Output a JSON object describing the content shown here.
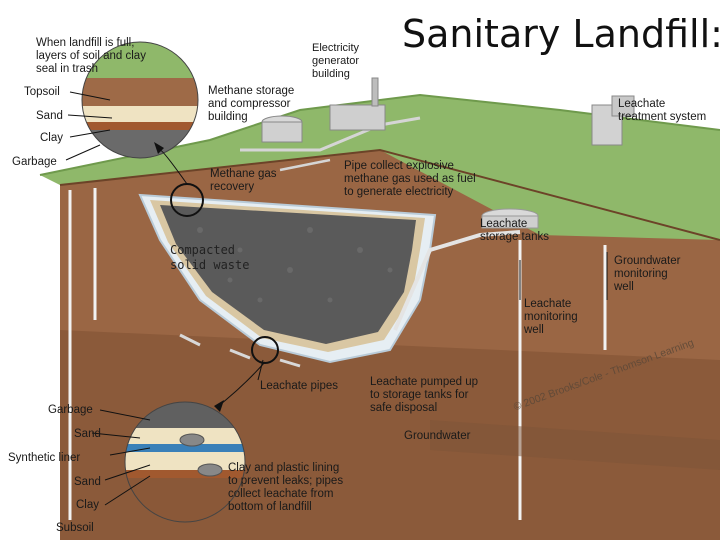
{
  "title": "Sanitary Landfill:",
  "labels": {
    "when_full": "When landfill is full,\nlayers of soil and clay\nseal in trash",
    "topsoil": "Topsoil",
    "sand_top": "Sand",
    "clay_top": "Clay",
    "garbage_top": "Garbage",
    "electricity_generator": "Electricity\ngenerator\nbuilding",
    "methane_storage": "Methane storage\nand compressor\nbuilding",
    "leachate_treatment": "Leachate\ntreatment system",
    "methane_recovery": "Methane gas\nrecovery",
    "pipe_collect": "Pipe collect explosive\nmethane gas used as fuel\nto generate electricity",
    "leachate_storage_tanks": "Leachate\nstorage tanks",
    "compacted_waste": "Compacted\nsolid waste",
    "groundwater_monitoring": "Groundwater\nmonitoring\nwell",
    "leachate_monitoring": "Leachate\nmonitoring\nwell",
    "leachate_pipes": "Leachate pipes",
    "leachate_pumped": "Leachate pumped up\nto storage tanks for\nsafe disposal",
    "groundwater": "Groundwater",
    "garbage_bottom": "Garbage",
    "sand_bottom": "Sand",
    "synthetic_liner": "Synthetic liner",
    "sand_bottom2": "Sand",
    "clay_bottom": "Clay",
    "subsoil": "Subsoil",
    "clay_plastic_lining": "Clay and plastic lining\nto prevent leaks; pipes\ncollect leachate from\nbottom of landfill"
  },
  "copyright": "© 2002 Brooks/Cole - Thomson Learning",
  "colors": {
    "grass": "#8fb86a",
    "soil": "#a9724a",
    "soil_dark": "#7d4f30",
    "waste": "#5a5a5a",
    "liner": "#c7d9e6",
    "sand": "#efe3c2"
  }
}
